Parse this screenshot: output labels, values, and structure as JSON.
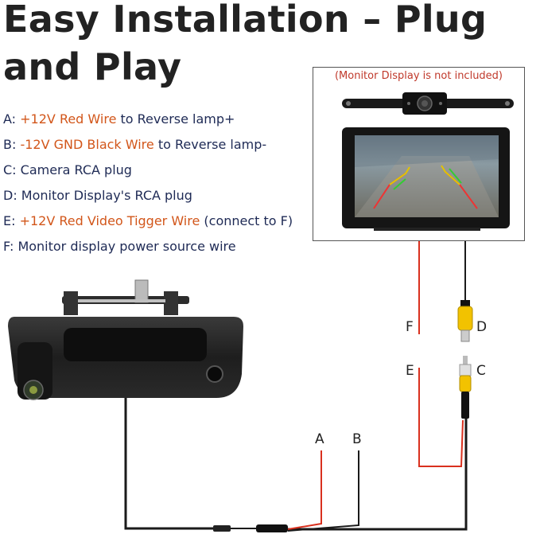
{
  "title": "Easy Installation – Plug and Play",
  "legend": [
    {
      "prefix": "A: ",
      "highlight": "+12V Red Wire",
      "suffix": " to Reverse lamp+"
    },
    {
      "prefix": "B: ",
      "highlight": "-12V GND Black Wire",
      "suffix": " to Reverse lamp-"
    },
    {
      "prefix": "C: Camera RCA plug",
      "highlight": "",
      "suffix": ""
    },
    {
      "prefix": "D: Monitor Display's RCA plug",
      "highlight": "",
      "suffix": ""
    },
    {
      "prefix": "E: ",
      "highlight": "+12V Red Video Tigger Wire",
      "suffix": " (connect to F)"
    },
    {
      "prefix": "F: Monitor display power source wire",
      "highlight": "",
      "suffix": ""
    }
  ],
  "monitor_note": "(Monitor Display is not included)",
  "wire_labels": {
    "a": "A",
    "b": "B",
    "c": "C",
    "d": "D",
    "e": "E",
    "f": "F"
  },
  "colors": {
    "highlight": "#d2561a",
    "wire_red": "#d9301e",
    "wire_black": "#1a1a1a",
    "rca_yellow": "#f2c200"
  }
}
